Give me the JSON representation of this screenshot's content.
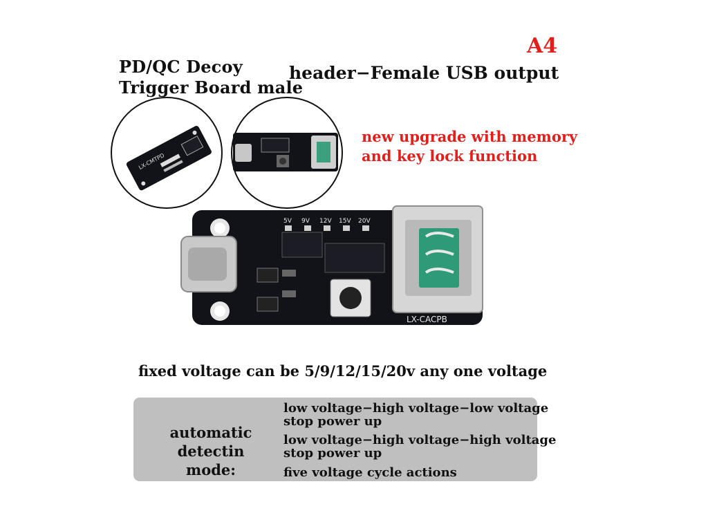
{
  "header": {
    "badge": "A4",
    "left_title_line1": "PD/QC Decoy",
    "left_title_line2": "Trigger Board male",
    "right_title": "header−Female USB output"
  },
  "callout": {
    "line1": "new upgrade with memory",
    "line2": "and key lock function"
  },
  "board": {
    "model": "LX-CACPB",
    "voltage_labels": [
      "5V",
      "9V",
      "12V",
      "15V",
      "20V"
    ],
    "inset_left_model": "LX-CMTPD"
  },
  "caption": "fixed voltage can be 5/9/12/15/20v any one voltage",
  "modes": {
    "label_line1": "automatic detectin",
    "label_line2": "mode:",
    "options": [
      {
        "line1": "low voltage−high voltage−low voltage",
        "line2": "stop power up"
      },
      {
        "line1": "low voltage−high voltage−high voltage",
        "line2": "stop power up"
      },
      {
        "line1": "five voltage cycle actions",
        "line2": ""
      }
    ]
  },
  "colors": {
    "accent_red": "#e0201c",
    "pcb_black": "#121318",
    "box_gray": "#bfbfbf"
  }
}
